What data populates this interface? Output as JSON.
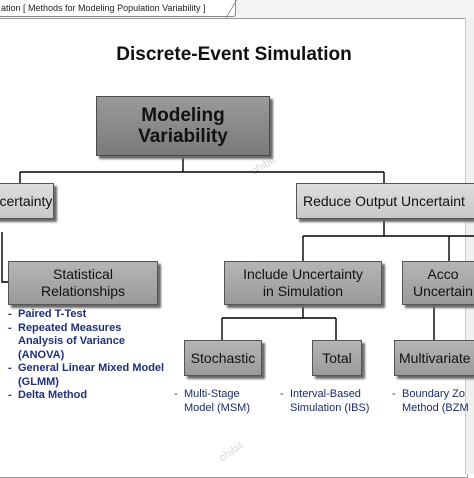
{
  "tab": {
    "label": "ation [ Methods for Modeling Population Variability ]"
  },
  "diagram": {
    "title": "Discrete-Event Simulation",
    "root": "Modeling\nVariability",
    "level1": {
      "uncertainty": "Uncertainty",
      "reduce": "Reduce Output Uncertaint"
    },
    "level2": {
      "statistical": "Statistical\nRelationships",
      "include": "Include Uncertainty\nin Simulation",
      "account": "Acco\nUncertain"
    },
    "level3": {
      "stochastic": "Stochastic",
      "total": "Total",
      "multivariate": "Multivariate"
    },
    "lists": {
      "statistical": [
        "Paired T-Test",
        "Repeated Measures Analysis of Variance (ANOVA)",
        "General Linear Mixed Model (GLMM)",
        "Delta Method"
      ],
      "stochastic": [
        "Multi-Stage Model (MSM)"
      ],
      "total": [
        "Interval-Based Simulation (IBS)"
      ],
      "multivariate": [
        "Boundary Zo Method (BZM"
      ]
    },
    "watermark": "ohibit"
  },
  "colors": {
    "navy": "#1f2f7a",
    "connector": "#000000"
  }
}
